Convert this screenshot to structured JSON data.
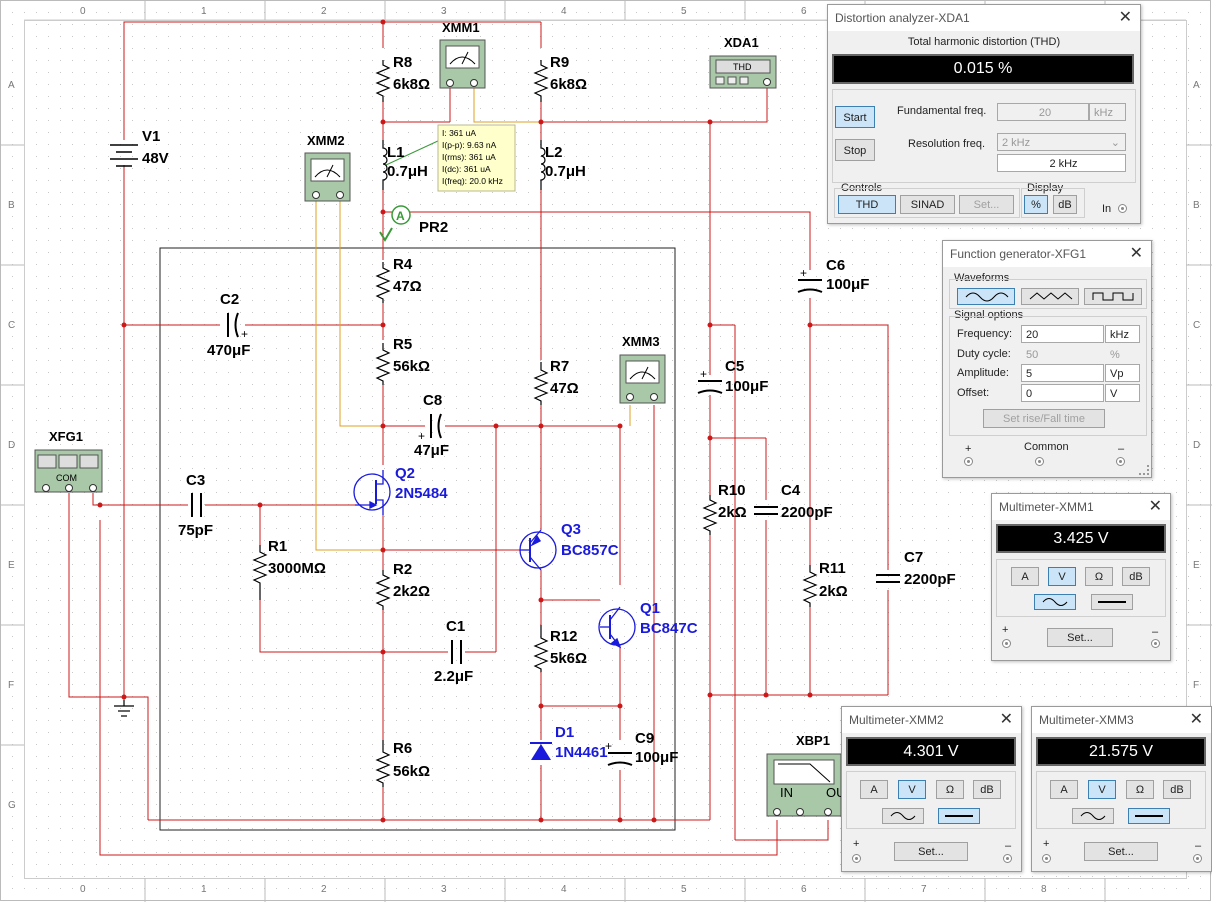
{
  "ruler": {
    "cols": [
      "0",
      "1",
      "2",
      "3",
      "4",
      "5",
      "6",
      "7",
      "8"
    ],
    "rows": [
      "A",
      "B",
      "C",
      "D",
      "E",
      "F",
      "G"
    ]
  },
  "components": {
    "V1": {
      "name": "V1",
      "value": "48V"
    },
    "R8": {
      "name": "R8",
      "value": "6k8Ω"
    },
    "R9": {
      "name": "R9",
      "value": "6k8Ω"
    },
    "L1": {
      "name": "L1",
      "value": "0.7μH"
    },
    "L2": {
      "name": "L2",
      "value": "0.7μH"
    },
    "PR2": {
      "name": "PR2",
      "glyph": "A"
    },
    "R4": {
      "name": "R4",
      "value": "47Ω"
    },
    "R5": {
      "name": "R5",
      "value": "56kΩ"
    },
    "C2": {
      "name": "C2",
      "value": "470μF"
    },
    "R7": {
      "name": "R7",
      "value": "47Ω"
    },
    "C8": {
      "name": "C8",
      "value": "47μF"
    },
    "Q2": {
      "name": "Q2",
      "value": "2N5484"
    },
    "C3": {
      "name": "C3",
      "value": "75pF"
    },
    "R1": {
      "name": "R1",
      "value": "3000MΩ"
    },
    "R2": {
      "name": "R2",
      "value": "2k2Ω"
    },
    "Q3": {
      "name": "Q3",
      "value": "BC857C"
    },
    "Q1": {
      "name": "Q1",
      "value": "BC847C"
    },
    "R12": {
      "name": "R12",
      "value": "5k6Ω"
    },
    "C1": {
      "name": "C1",
      "value": "2.2μF"
    },
    "D1": {
      "name": "D1",
      "value": "1N4461"
    },
    "C9": {
      "name": "C9",
      "value": "100μF"
    },
    "R6": {
      "name": "R6",
      "value": "56kΩ"
    },
    "C6": {
      "name": "C6",
      "value": "100μF"
    },
    "C5": {
      "name": "C5",
      "value": "100μF"
    },
    "R10": {
      "name": "R10",
      "value": "2kΩ"
    },
    "C4": {
      "name": "C4",
      "value": "2200pF"
    },
    "R11": {
      "name": "R11",
      "value": "2kΩ"
    },
    "C7": {
      "name": "C7",
      "value": "2200pF"
    }
  },
  "instruments": {
    "XMM1": "XMM1",
    "XMM2": "XMM2",
    "XMM3": "XMM3",
    "XDA1": "XDA1",
    "XDA1_screen": "THD",
    "XFG1": "XFG1",
    "XFG1_com": "COM",
    "XBP1": "XBP1",
    "XBP1_in": "IN",
    "XBP1_out": "OUT"
  },
  "probe_tooltip": {
    "lines": [
      "I: 361 uA",
      "I(p-p): 9.63 nA",
      "I(rms): 361 uA",
      "I(dc): 361 uA",
      "I(freq): 20.0 kHz"
    ]
  },
  "distortion_window": {
    "title": "Distortion analyzer-XDA1",
    "heading": "Total harmonic distortion (THD)",
    "reading": "0.015 %",
    "start": "Start",
    "stop": "Stop",
    "fund_label": "Fundamental freq.",
    "fund_value": "20",
    "fund_unit": "kHz",
    "res_label": "Resolution freq.",
    "res_select": "2 kHz",
    "res_value": "2 kHz",
    "controls_label": "Controls",
    "thd_btn": "THD",
    "sinad_btn": "SINAD",
    "set_btn": "Set...",
    "display_label": "Display",
    "pct_btn": "%",
    "db_btn": "dB",
    "in_label": "In"
  },
  "fgen_window": {
    "title": "Function generator-XFG1",
    "waveforms_label": "Waveforms",
    "signal_label": "Signal options",
    "freq_label": "Frequency:",
    "freq_value": "20",
    "freq_unit": "kHz",
    "duty_label": "Duty cycle:",
    "duty_value": "50",
    "duty_unit": "%",
    "amp_label": "Amplitude:",
    "amp_value": "5",
    "amp_unit": "Vp",
    "offset_label": "Offset:",
    "offset_value": "0",
    "offset_unit": "V",
    "rise_btn": "Set rise/Fall time",
    "plus": "+",
    "common": "Common",
    "minus": "–"
  },
  "mm1_window": {
    "title": "Multimeter-XMM1",
    "reading": "3.425 V",
    "a": "A",
    "v": "V",
    "ohm": "Ω",
    "db": "dB",
    "set": "Set...",
    "plus": "+",
    "minus": "–"
  },
  "mm2_window": {
    "title": "Multimeter-XMM2",
    "reading": "4.301 V",
    "a": "A",
    "v": "V",
    "ohm": "Ω",
    "db": "dB",
    "set": "Set...",
    "plus": "+",
    "minus": "–"
  },
  "mm3_window": {
    "title": "Multimeter-XMM3",
    "reading": "21.575 V",
    "a": "A",
    "v": "V",
    "ohm": "Ω",
    "db": "dB",
    "set": "Set...",
    "plus": "+",
    "minus": "–"
  },
  "colors": {
    "wire_red": "#cc1818",
    "wire_orange": "#e0a020",
    "wire_green": "#3a9a3a",
    "component_blue": "#1a1adc",
    "lcd_bg": "#000000",
    "selected_btn": "#cce4f7"
  }
}
